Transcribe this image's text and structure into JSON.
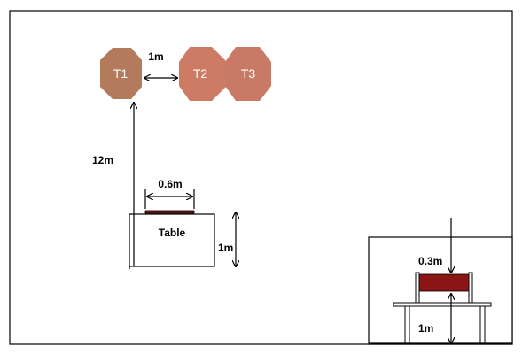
{
  "targets": [
    {
      "label": "T1",
      "color": "#b37a5c"
    },
    {
      "label": "T2",
      "color": "#cd7b65"
    },
    {
      "label": "T3",
      "color": "#c97a66"
    }
  ],
  "labels": {
    "target_spacing": "1m",
    "distance_to_targets": "12m",
    "marker_width": "0.6m",
    "table": "Table",
    "table_depth": "1m",
    "side_view_marker_offset": "0.3m",
    "side_view_table_height": "1m"
  },
  "colors": {
    "marker": "#8b1414",
    "line": "#000000",
    "background": "#ffffff"
  }
}
